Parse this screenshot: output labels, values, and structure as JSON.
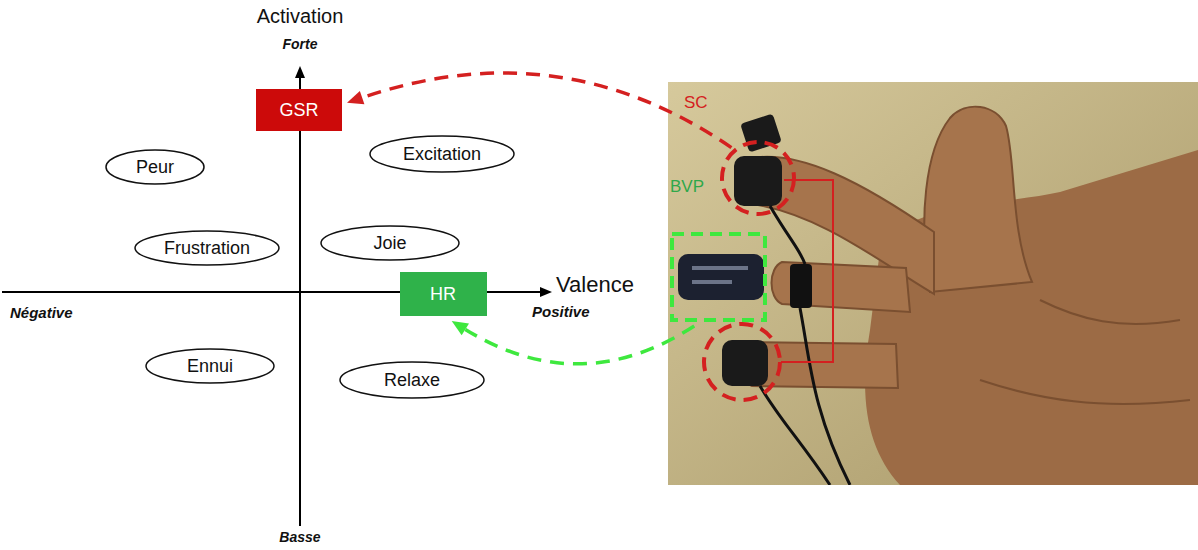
{
  "diagram": {
    "nodes": [
      {
        "text": [
          "GSR"
        ]
      },
      {
        "text": [
          "Peur"
        ]
      },
      {
        "text": [
          "Excitation"
        ]
      },
      {
        "text": [
          "Frustration"
        ]
      },
      {
        "text": [
          "Joie"
        ]
      },
      {
        "text": [
          "HR"
        ]
      },
      {
        "text": [
          "Ennui"
        ]
      },
      {
        "text": [
          "Relaxe"
        ]
      },
      {
        "text": [
          "SC"
        ]
      },
      {
        "text": [
          "BVP"
        ]
      }
    ],
    "edges": [
      {
        "from": 8,
        "to": 0,
        "arrow": "to"
      },
      {
        "from": 9,
        "to": 5,
        "arrow": "to"
      }
    ],
    "labels": [
      "Activation",
      "Forte",
      "Valence",
      "Négative",
      "Positive",
      "Basse"
    ]
  }
}
